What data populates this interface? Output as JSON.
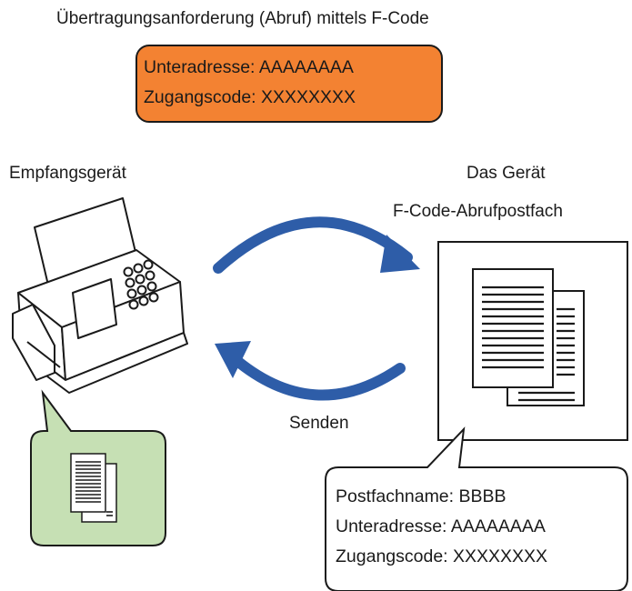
{
  "title": "Übertragungsanforderung (Abruf) mittels F-Code",
  "request_box": {
    "line1": "Unteradresse: AAAAAAAA",
    "line2": "Zugangscode: XXXXXXXX",
    "fill_color": "#F38232"
  },
  "receiver": {
    "label": "Empfangsgerät",
    "icon": "fax-machine-icon",
    "bubble_icon": "documents-icon",
    "bubble_color": "#C6E0B4"
  },
  "machine": {
    "label": "Das Gerät",
    "mailbox_label": "F-Code-Abrufpostfach",
    "mailbox_icon": "documents-icon"
  },
  "arrows": {
    "color": "#2E5DA8",
    "send_label": "Senden"
  },
  "mailbox_info": {
    "line1": "Postfachname: BBBB",
    "line2": "Unteradresse: AAAAAAAA",
    "line3": "Zugangscode: XXXXXXXX"
  }
}
